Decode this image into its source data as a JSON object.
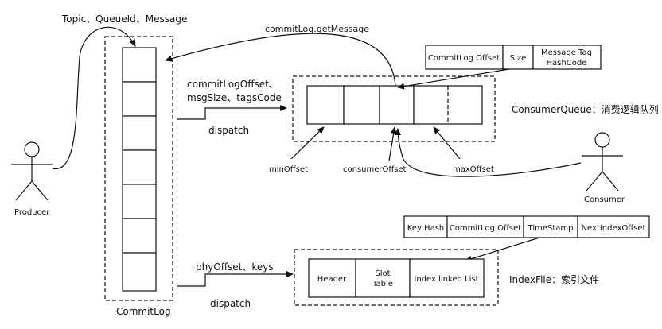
{
  "producer": {
    "label": "Producer",
    "message_label": "Topic、QueueId、Message"
  },
  "commitlog": {
    "label": "CommitLog",
    "get_message_label": "commitLog.getMessage"
  },
  "dispatch_consume": {
    "line1": "commitLogOffset、",
    "line2": "msgSize、tagsCode",
    "dispatch": "dispatch"
  },
  "consumer_queue": {
    "label": "ConsumerQueue：消费逻辑队列",
    "header_fields": [
      "CommitLog Offset",
      "Size",
      "Message Tag",
      "HashCode"
    ],
    "min_offset": "minOffset",
    "consumer_offset": "consumerOffset",
    "max_offset": "maxOffset"
  },
  "consumer": {
    "label": "Consumer"
  },
  "dispatch_index": {
    "line1": "phyOffset、keys",
    "dispatch": "dispatch"
  },
  "index_file": {
    "label": "IndexFile：索引文件",
    "entry_fields": [
      "Key Hash",
      "CommitLog Offset",
      "TimeStamp",
      "NextIndexOffset"
    ],
    "header": "Header",
    "slot_line1": "Slot",
    "slot_line2": "Table",
    "index_list": "Index linked List"
  }
}
